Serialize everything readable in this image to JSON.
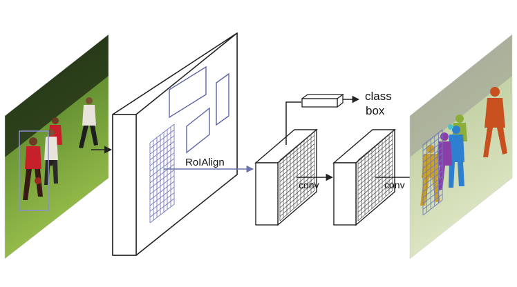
{
  "labels": {
    "roialign": "RoIAlign",
    "class": "class",
    "box": "box",
    "conv1": "conv",
    "conv2": "conv"
  },
  "colors": {
    "feature_outline": "#222222",
    "roi_box": "#5b63a8",
    "roi_arrow": "#6a72b0",
    "grid_blue": "#6f79c0",
    "grid_black": "#444444",
    "mask_yellow": "#c9a12a",
    "mask_purple": "#8a3ea8",
    "mask_blue": "#2f7fd0",
    "mask_green": "#8cae3a",
    "mask_orange": "#c8501e"
  },
  "icons": {
    "input": "soccer-photo-image",
    "output": "segmented-soccer-photo-image"
  }
}
